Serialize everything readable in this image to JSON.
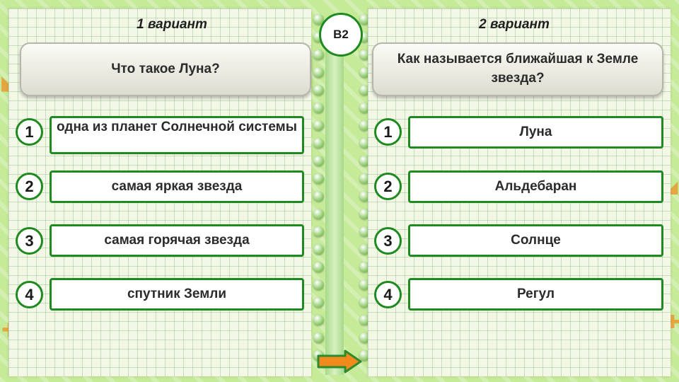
{
  "badge": "B2",
  "variant1": {
    "title": "1 вариант",
    "question": "Что такое Луна?",
    "answers": [
      {
        "num": "1",
        "text": "одна из планет Солнечной системы"
      },
      {
        "num": "2",
        "text": "самая яркая звезда"
      },
      {
        "num": "3",
        "text": "самая горячая звезда"
      },
      {
        "num": "4",
        "text": "спутник Земли"
      }
    ]
  },
  "variant2": {
    "title": "2 вариант",
    "question": "Как называется ближайшая к Земле звезда?",
    "answers": [
      {
        "num": "1",
        "text": "Луна"
      },
      {
        "num": "2",
        "text": "Альдебаран"
      },
      {
        "num": "3",
        "text": "Солнце"
      },
      {
        "num": "4",
        "text": "Регул"
      }
    ]
  },
  "icons": {
    "next": "arrow-right-icon"
  },
  "colors": {
    "accent_green": "#1f8a1f",
    "arrow_orange": "#f08a1c",
    "background": "#c5ea98"
  }
}
